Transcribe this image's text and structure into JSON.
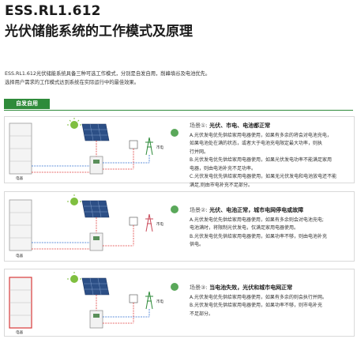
{
  "header": {
    "model": "ESS.RL1.612",
    "subtitle": "光伏储能系统的工作模式及原理"
  },
  "intro": {
    "line1": "ESS.RL1.612光伏储能系统具备三种可选工作模式，分别是自发自用，削峰填谷及电池优先。",
    "line2": "选择用户需求的工作模式达到系统在实际运行中的最佳效果。"
  },
  "mode_tag": "自发自用",
  "labels": {
    "load": "电器",
    "grid": "市电"
  },
  "scenes": [
    {
      "num": "场景①:",
      "title": "光伏、市电、电池都正常",
      "lines": [
        "A.光伏发电优先供给家用电器使用，如果有多余的将会对电池充电，",
        "  如果电池处在满的状态，或者大于电池充电限定最大功率，则执",
        "  行并网。",
        "B.光伏发电优先供给家用电器使用，如果光伏发电功率不能满足家用",
        "  电器，则由电池补充不足功率。",
        "C.光伏发电优先供给家用电器使用，如果无光伏发电和电池放电还不能",
        "  满足,则由市电补充不足部分。"
      ]
    },
    {
      "num": "场景②:",
      "title": "光伏、电池正常，城市电网停电或故障",
      "lines": [
        "A.光伏发电优先供给家用电器使用，如果有多余则会对电池充电;",
        "  电池满时，将限制光伏发电，仅满足家用电器使用。",
        "B.光伏发电优先供给家用电器使用，如果功率不够，则由电池补充",
        "  供电。"
      ]
    },
    {
      "num": "场景③:",
      "title": "当电池失效，光伏和城市电网正常",
      "lines": [
        "A.光伏发电优先供给家用电器使用，如果有多余的则会执行并网。",
        "B.光伏发电优先供给家用电器使用，如果功率不够，则市电补充",
        "  不足部分。"
      ]
    }
  ],
  "colors": {
    "accent": "#2e8b3a",
    "flow_red": "#e03c3c",
    "flow_blue": "#2f6fd0",
    "battery_fault": "#d83a3a"
  }
}
